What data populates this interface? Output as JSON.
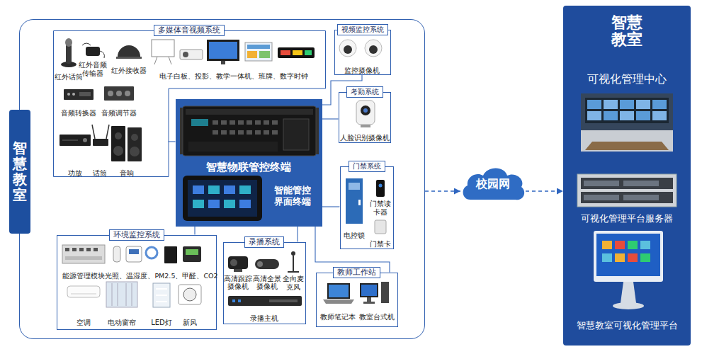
{
  "diagram": {
    "nodes": [
      {
        "text": [
          "智慧教室"
        ]
      },
      {
        "text": [
          "多媒体音视频系统"
        ],
        "in": 0
      },
      {
        "text": [
          "视频监控系统"
        ],
        "in": 0
      },
      {
        "text": [
          "智慧物联管控终端",
          "智能管控界面终端"
        ],
        "in": 0
      },
      {
        "text": [
          "考勤系统"
        ],
        "in": 0
      },
      {
        "text": [
          "门禁系统"
        ],
        "in": 0
      },
      {
        "text": [
          "环境监控系统"
        ],
        "in": 0
      },
      {
        "text": [
          "录播系统"
        ],
        "in": 0
      },
      {
        "text": [
          "教师工作站"
        ],
        "in": 0
      },
      {
        "text": [
          "校园网"
        ]
      },
      {
        "text": [
          "智慧教室",
          "可视化管理中心",
          "可视化管理平台服务器",
          "智慧教室可视化管理平台"
        ]
      }
    ],
    "edges": [
      {
        "from": 3,
        "to": 1,
        "arrow": "none"
      },
      {
        "from": 3,
        "to": 2,
        "arrow": "none"
      },
      {
        "from": 3,
        "to": 4,
        "arrow": "none"
      },
      {
        "from": 3,
        "to": 5,
        "arrow": "none"
      },
      {
        "from": 3,
        "to": 6,
        "arrow": "none"
      },
      {
        "from": 3,
        "to": 7,
        "arrow": "none"
      },
      {
        "from": 3,
        "to": 8,
        "arrow": "none"
      },
      {
        "from": 0,
        "to": 9,
        "arrow": "to"
      },
      {
        "from": 9,
        "to": 10,
        "arrow": "to"
      }
    ],
    "labels": [
      "红外话筒",
      "红外音频传输器",
      "红外接收器",
      "电子白板、投影、教学一体机、班牌、数字时钟",
      "音频转换器",
      "音频调节器",
      "功放",
      "话筒",
      "音响",
      "监控摄像机",
      "人脸识别摄像机",
      "门禁读卡器",
      "电控锁",
      "门禁卡",
      "能源管理模块",
      "光照、温湿度、PM2.5、甲醛、CO2",
      "空调",
      "电动窗帘",
      "LED灯",
      "新风",
      "高清跟踪摄像机",
      "高清全景摄像机",
      "全向麦克风",
      "录播主机",
      "教师笔记本",
      "教室台式机"
    ]
  }
}
